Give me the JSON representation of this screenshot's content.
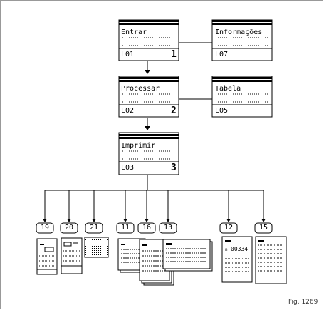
{
  "modules": [
    {
      "title": "Entrar",
      "code": "L01",
      "number": "1"
    },
    {
      "title": "Informações",
      "code": "L07",
      "number": ""
    },
    {
      "title": "Processar",
      "code": "L02",
      "number": "2"
    },
    {
      "title": "Tabela",
      "code": "L05",
      "number": ""
    },
    {
      "title": "Imprimir",
      "code": "L03",
      "number": "3"
    }
  ],
  "outputs": [
    "19",
    "20",
    "21",
    "11",
    "16",
    "13",
    "12",
    "15"
  ],
  "doc_values": {
    "form_12_number": "00334",
    "form_12_prefix": "n"
  },
  "caption": "Fig. 1269",
  "colors": {
    "line": "#000000",
    "background": "#ffffff"
  }
}
